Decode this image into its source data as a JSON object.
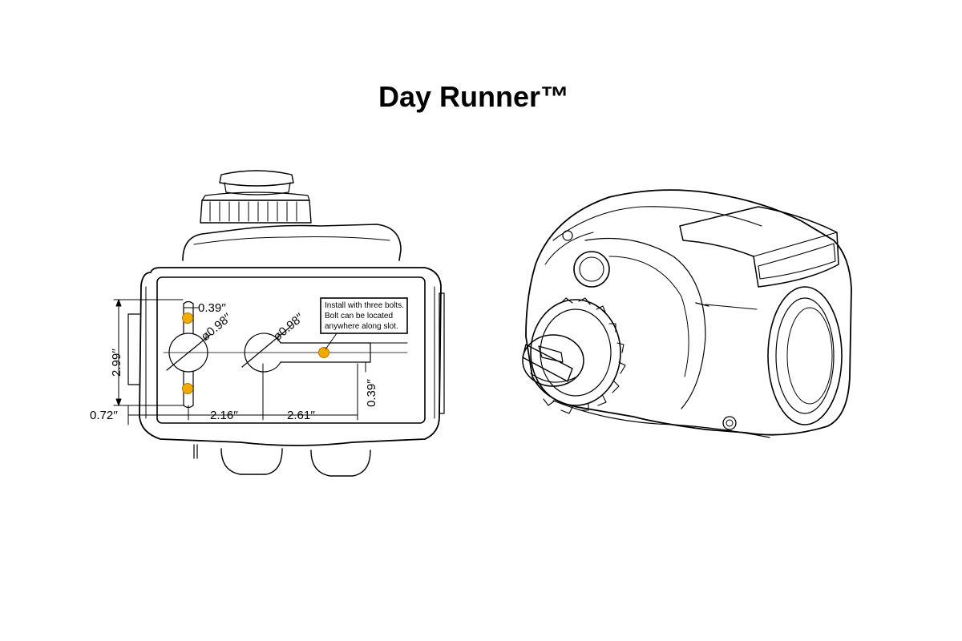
{
  "title": "Day Runner™",
  "dimensions": {
    "d1": "0.39′′",
    "d2": "ø0.98′′",
    "d3": "ø0.98′′",
    "d4": "2.99′′",
    "d5": "0.72′′",
    "d6": "2.16′′",
    "d7": "2.61′′",
    "d8": "0.39′′"
  },
  "note": {
    "line1": "Install with three bolts.",
    "line2": "Bolt can be located",
    "line3": "anywhere along slot."
  },
  "colors": {
    "line": "#000000",
    "bolt_marker": "#f2a900",
    "background": "#ffffff"
  }
}
